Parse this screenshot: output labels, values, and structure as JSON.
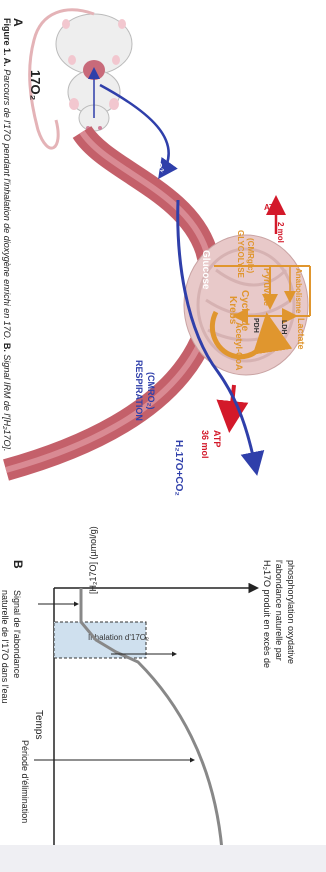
{
  "panel_a": {
    "label": "A",
    "o2_label": "17O₂",
    "hb_label": "Hb 17O₂",
    "glucose": "Glucose",
    "glycolyse_1": "GLYCOLYSE",
    "glycolyse_2": "(CMRglc)",
    "pyruvate": "Pyruvate",
    "anabolisme": "Anabolisme",
    "lactate": "Lactate",
    "ldh": "LDH",
    "pdh": "PDH",
    "acetyl": "Acetyl-CoA",
    "krebs_1": "Cycle de",
    "krebs_2": "Krebs",
    "atp_glycolyse": "ATP",
    "atp_glycolyse_qty": "2 mol",
    "respiration_1": "RESPIRATION",
    "respiration_2": "(CMRO₂)",
    "atp_respiration": "ATP",
    "atp_respiration_qty": "36 mol",
    "products": "H₂17O+CO₂"
  },
  "panel_b": {
    "label": "B",
    "ylabel": "[H₂17O] (µmol/g)",
    "xlabel": "Temps",
    "inhalation": "Inhalation d'17O₂",
    "ann_top_1": "H₂17O produit en excès de",
    "ann_top_2": "l'abondance naturelle par",
    "ann_top_3": "phosphorylation oxydative",
    "ann_left_1": "Signal de l'abondance",
    "ann_left_2": "naturelle de l'17O dans l'eau",
    "ann_right": "Période d'élimination"
  },
  "caption": {
    "prefix": "Figure 1. A.",
    "text_a": " Parcours de l'17O pendant l'inhalation de dioxygène enrichi en 17O.",
    "prefix_b": " B.",
    "text_b": " Signal IRM de l'[H₂17O]."
  },
  "colors": {
    "glucose_vessel": "#c4606a",
    "orange": "#e0962e",
    "red": "#d3192a",
    "blue": "#2f3faa",
    "mito": "#e8c9c9",
    "band": "#cfe0ee"
  }
}
